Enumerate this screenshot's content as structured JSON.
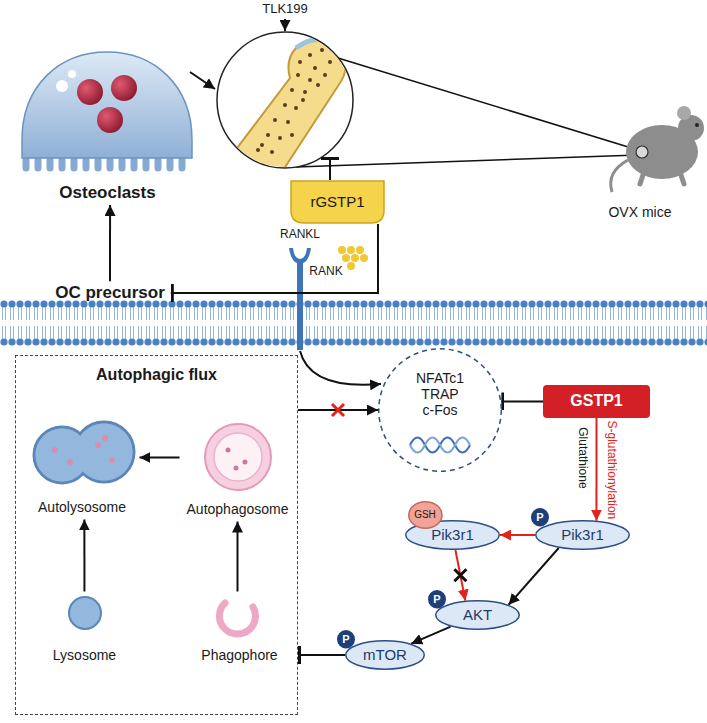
{
  "diagram": {
    "nodes": [
      {
        "text": [
          "Osteoclasts"
        ]
      },
      {
        "text": [
          "rGSTP1"
        ]
      },
      {
        "text": [
          "OC precursor"
        ]
      },
      {
        "text": [
          "NFATc1",
          "TRAP",
          "c-Fos"
        ]
      },
      {
        "text": [
          "GSTP1"
        ]
      },
      {
        "text": [
          "Autophagic flux"
        ]
      },
      {
        "text": [
          "Autolysosome"
        ],
        "in": 5
      },
      {
        "text": [
          "Autophagosome"
        ],
        "in": 5
      },
      {
        "text": [
          "Lysosome"
        ],
        "in": 5
      },
      {
        "text": [
          "Phagophore"
        ],
        "in": 5
      },
      {
        "text": [
          "Pik3r1"
        ]
      },
      {
        "text": [
          "GSH"
        ],
        "in": 10
      },
      {
        "text": [
          "Pik3r1"
        ]
      },
      {
        "text": [
          "P"
        ],
        "in": 12
      },
      {
        "text": [
          "AKT"
        ]
      },
      {
        "text": [
          "P"
        ],
        "in": 14
      },
      {
        "text": [
          "mTOR"
        ]
      },
      {
        "text": [
          "P"
        ],
        "in": 16
      }
    ],
    "edges": [
      {
        "from": 2,
        "to": 0,
        "arrow": "to"
      },
      {
        "from": 1,
        "to": 2,
        "arrow": "to"
      },
      {
        "from": 4,
        "to": 3,
        "arrow": "to"
      },
      {
        "from": 5,
        "to": 3,
        "arrow": "to"
      },
      {
        "from": 4,
        "to": 12,
        "label": "S-glutathionylation",
        "arrow": "to"
      },
      {
        "from": 12,
        "to": 10,
        "arrow": "to"
      },
      {
        "from": 10,
        "to": 14,
        "arrow": "to"
      },
      {
        "from": 12,
        "to": 14,
        "arrow": "to"
      },
      {
        "from": 14,
        "to": 16,
        "arrow": "to"
      },
      {
        "from": 16,
        "to": 5,
        "arrow": "to"
      },
      {
        "from": 9,
        "to": 7,
        "arrow": "to"
      },
      {
        "from": 7,
        "to": 6,
        "arrow": "to"
      },
      {
        "from": 8,
        "to": 6,
        "arrow": "to"
      }
    ],
    "labels": [
      "TLK199",
      "OVX mice",
      "RANKL",
      "RANK",
      "Glutathione"
    ]
  }
}
